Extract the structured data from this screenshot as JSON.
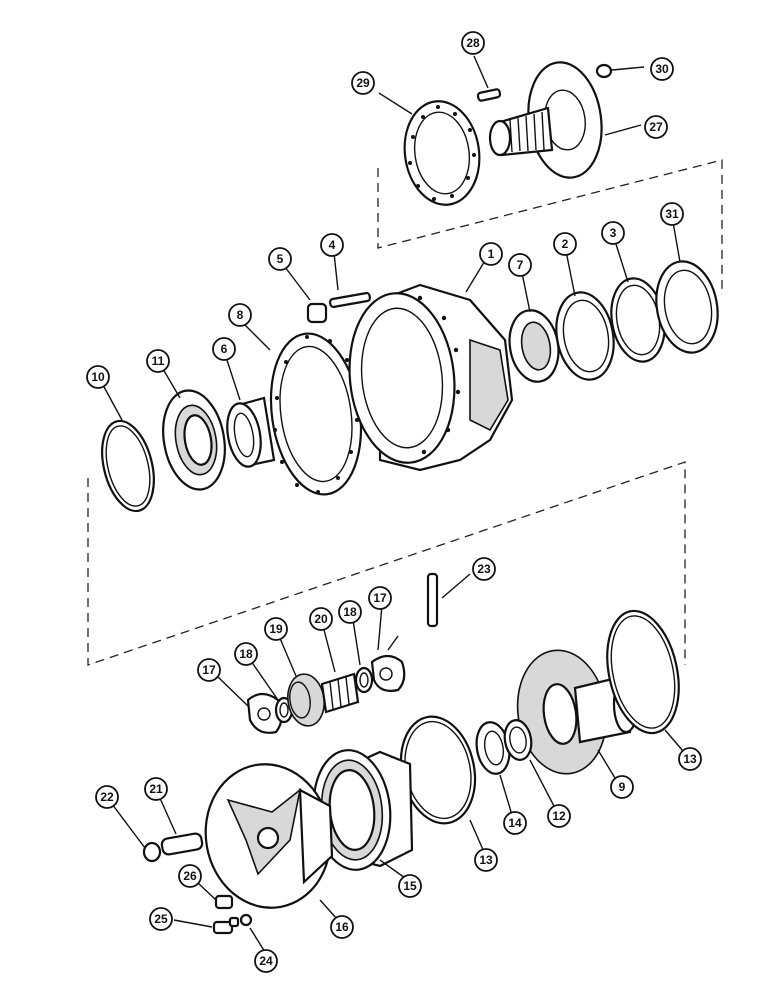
{
  "callouts": [
    {
      "id": "1",
      "label": "1"
    },
    {
      "id": "2",
      "label": "2"
    },
    {
      "id": "3",
      "label": "3"
    },
    {
      "id": "4",
      "label": "4"
    },
    {
      "id": "5",
      "label": "5"
    },
    {
      "id": "6",
      "label": "6"
    },
    {
      "id": "7",
      "label": "7"
    },
    {
      "id": "8",
      "label": "8"
    },
    {
      "id": "9",
      "label": "9"
    },
    {
      "id": "10",
      "label": "10"
    },
    {
      "id": "11",
      "label": "11"
    },
    {
      "id": "12",
      "label": "12"
    },
    {
      "id": "13a",
      "label": "13"
    },
    {
      "id": "13b",
      "label": "13"
    },
    {
      "id": "14",
      "label": "14"
    },
    {
      "id": "15",
      "label": "15"
    },
    {
      "id": "16",
      "label": "16"
    },
    {
      "id": "17a",
      "label": "17"
    },
    {
      "id": "17b",
      "label": "17"
    },
    {
      "id": "18a",
      "label": "18"
    },
    {
      "id": "18b",
      "label": "18"
    },
    {
      "id": "19",
      "label": "19"
    },
    {
      "id": "20",
      "label": "20"
    },
    {
      "id": "21",
      "label": "21"
    },
    {
      "id": "22",
      "label": "22"
    },
    {
      "id": "23",
      "label": "23"
    },
    {
      "id": "24",
      "label": "24"
    },
    {
      "id": "25",
      "label": "25"
    },
    {
      "id": "26",
      "label": "26"
    },
    {
      "id": "27",
      "label": "27"
    },
    {
      "id": "28",
      "label": "28"
    },
    {
      "id": "29",
      "label": "29"
    },
    {
      "id": "30",
      "label": "30"
    },
    {
      "id": "31",
      "label": "31"
    }
  ]
}
